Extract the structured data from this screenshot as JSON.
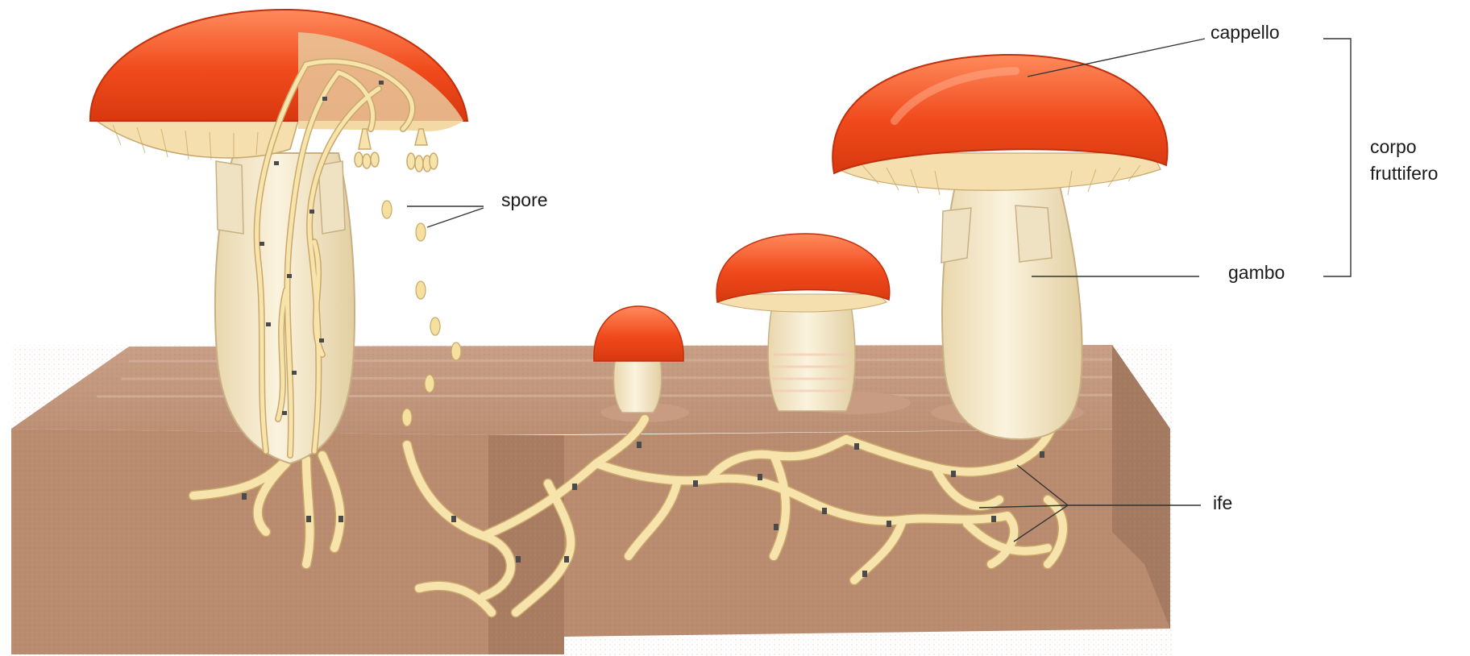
{
  "labels": {
    "cap": "cappello",
    "spores": "spore",
    "fruiting_body_line1": "corpo",
    "fruiting_body_line2": "fruttifero",
    "stem": "gambo",
    "hyphae": "ife"
  },
  "colors": {
    "cap_orange": "#f04a1c",
    "cap_highlight": "#ff8a5c",
    "gills": "#f6dfae",
    "stem": "#f3e7c9",
    "hyphae_fill": "#f7e4ad",
    "hyphae_outline": "#c9a86a",
    "hyphae_septa": "#4a4a4a",
    "soil_top": "#c69a7f",
    "soil_front": "#b88b6e",
    "soil_side": "#a47a60",
    "leader_line": "#333333",
    "text": "#1a1a1a"
  }
}
